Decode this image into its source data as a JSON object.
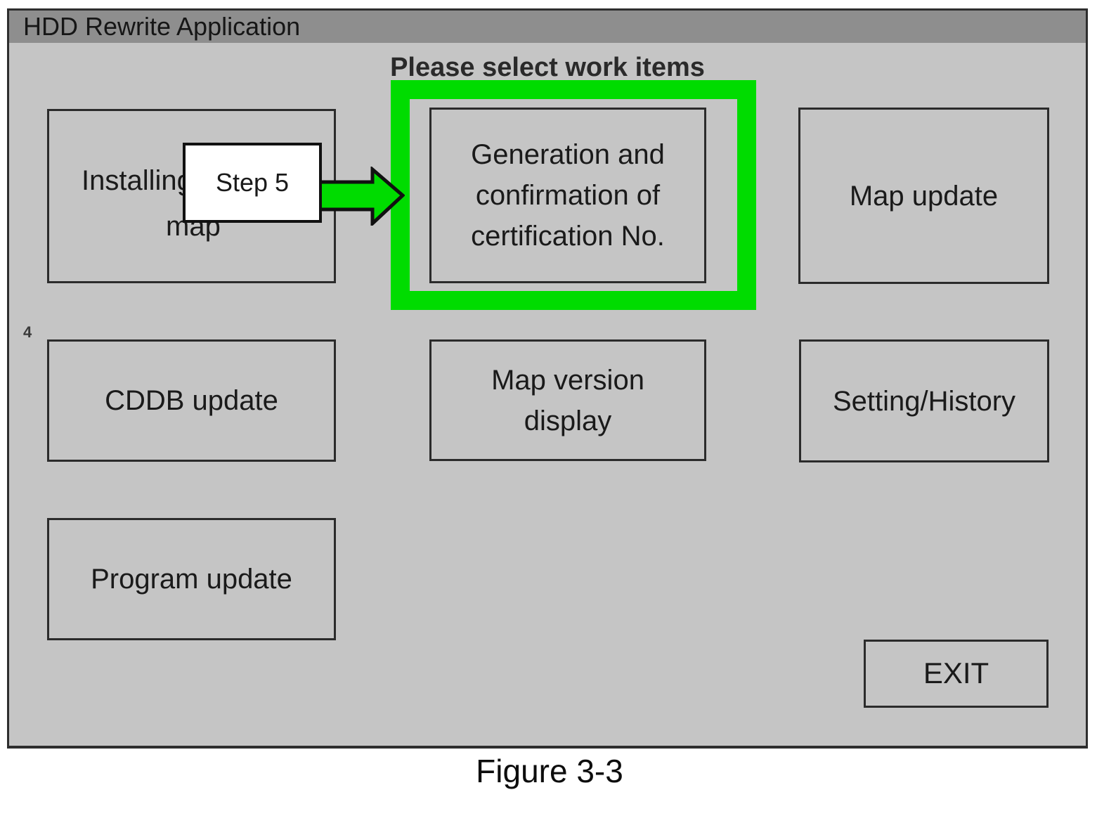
{
  "window": {
    "title": "HDD Rewrite Application",
    "heading": "Please select work items",
    "buttons": {
      "installing_map": {
        "line1": "Installing",
        "line2": "map"
      },
      "generation": {
        "lines": [
          "Generation and",
          "confirmation of",
          "certification No."
        ]
      },
      "map_update": {
        "label": "Map update"
      },
      "cddb_update": {
        "label": "CDDB update"
      },
      "map_version": {
        "lines": [
          "Map version",
          "display"
        ]
      },
      "setting_history": {
        "label": "Setting/History"
      },
      "program_update": {
        "label": "Program update"
      },
      "exit": {
        "label": "EXIT"
      }
    },
    "artifact_mark": "4"
  },
  "annotation": {
    "step_label": "Step 5",
    "arrow_icon": "arrow-right-icon",
    "highlight_color": "#00dc00"
  },
  "caption": "Figure 3-3",
  "colors": {
    "window_bg": "#c5c5c5",
    "titlebar_bg": "#8e8e8e",
    "border": "#2b2b2b",
    "highlight_green": "#00dc00"
  }
}
